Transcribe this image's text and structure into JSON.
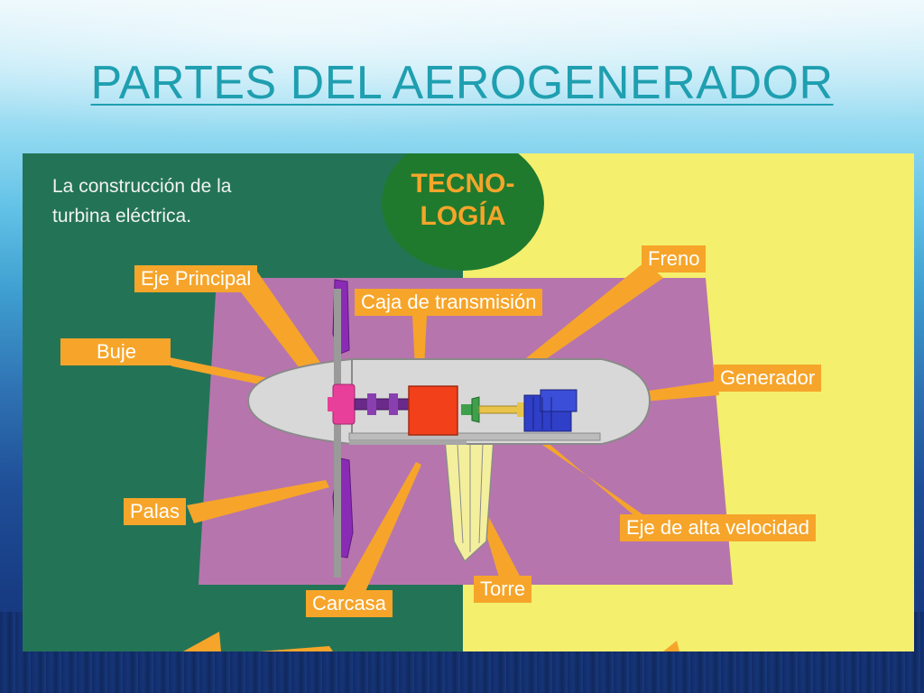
{
  "slide": {
    "title": "PARTES DEL AEROGENERADOR"
  },
  "diagram": {
    "intro_line1": "La construcción de la",
    "intro_line2": "turbina eléctrica.",
    "badge_line1": "TECNO-",
    "badge_line2": "LOGÍA",
    "labels": {
      "eje_principal": "Eje Principal",
      "caja_transmision": "Caja de transmisión",
      "freno": "Freno",
      "buje": "Buje",
      "generador": "Generador",
      "palas": "Palas",
      "eje_alta_velocidad": "Eje de alta velocidad",
      "carcasa": "Carcasa",
      "torre": "Torre"
    }
  },
  "colors": {
    "title": "#1f9fb0",
    "green_bg": "#237456",
    "yellow_bg": "#f4ef6d",
    "purple_panel": "#b775ad",
    "label_orange": "#f6a52a",
    "badge_green": "#1f7a2e"
  }
}
